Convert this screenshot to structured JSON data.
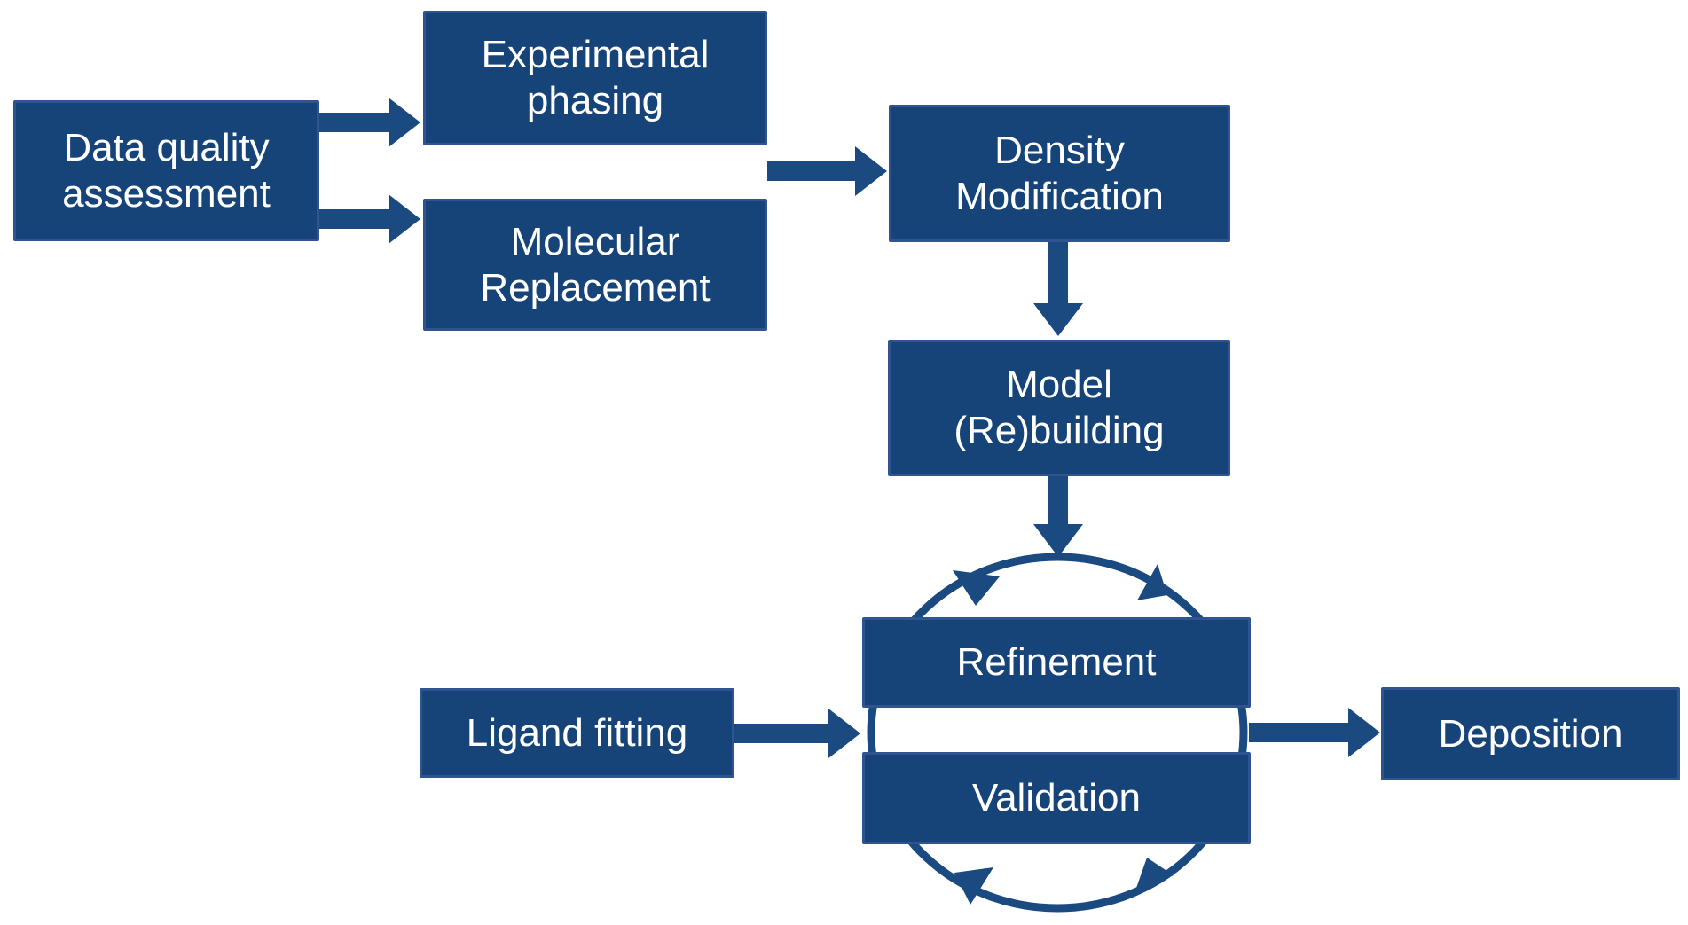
{
  "diagram_type": "flowchart",
  "nodes": [
    {
      "id": "data-quality-assessment",
      "label": "Data quality\nassessment"
    },
    {
      "id": "experimental-phasing",
      "label": "Experimental\nphasing"
    },
    {
      "id": "molecular-replacement",
      "label": "Molecular\nReplacement"
    },
    {
      "id": "density-modification",
      "label": "Density\nModification"
    },
    {
      "id": "model-rebuilding",
      "label": "Model\n(Re)building"
    },
    {
      "id": "refinement",
      "label": "Refinement"
    },
    {
      "id": "validation",
      "label": "Validation"
    },
    {
      "id": "ligand-fitting",
      "label": "Ligand fitting"
    },
    {
      "id": "deposition",
      "label": "Deposition"
    }
  ],
  "edges": [
    {
      "from": "Data quality assessment",
      "to": "Experimental phasing"
    },
    {
      "from": "Data quality assessment",
      "to": "Molecular Replacement"
    },
    {
      "from": "Experimental phasing / Molecular Replacement",
      "to": "Density Modification"
    },
    {
      "from": "Density Modification",
      "to": "Model (Re)building"
    },
    {
      "from": "Model (Re)building",
      "to": "Refinement / Validation cycle"
    },
    {
      "from": "Ligand fitting",
      "to": "Refinement / Validation cycle"
    },
    {
      "from": "Refinement / Validation cycle",
      "to": "Deposition"
    }
  ],
  "cycle": {
    "members": [
      "Refinement",
      "Validation"
    ],
    "shape": "circular-arrows",
    "direction": "clockwise",
    "arrowhead_count": 4
  },
  "colors": {
    "box_fill": "#164479",
    "box_border": "#2F5491",
    "arrow": "#1A4A7F",
    "text": "#FFFFFF",
    "background": "#FFFFFF"
  }
}
